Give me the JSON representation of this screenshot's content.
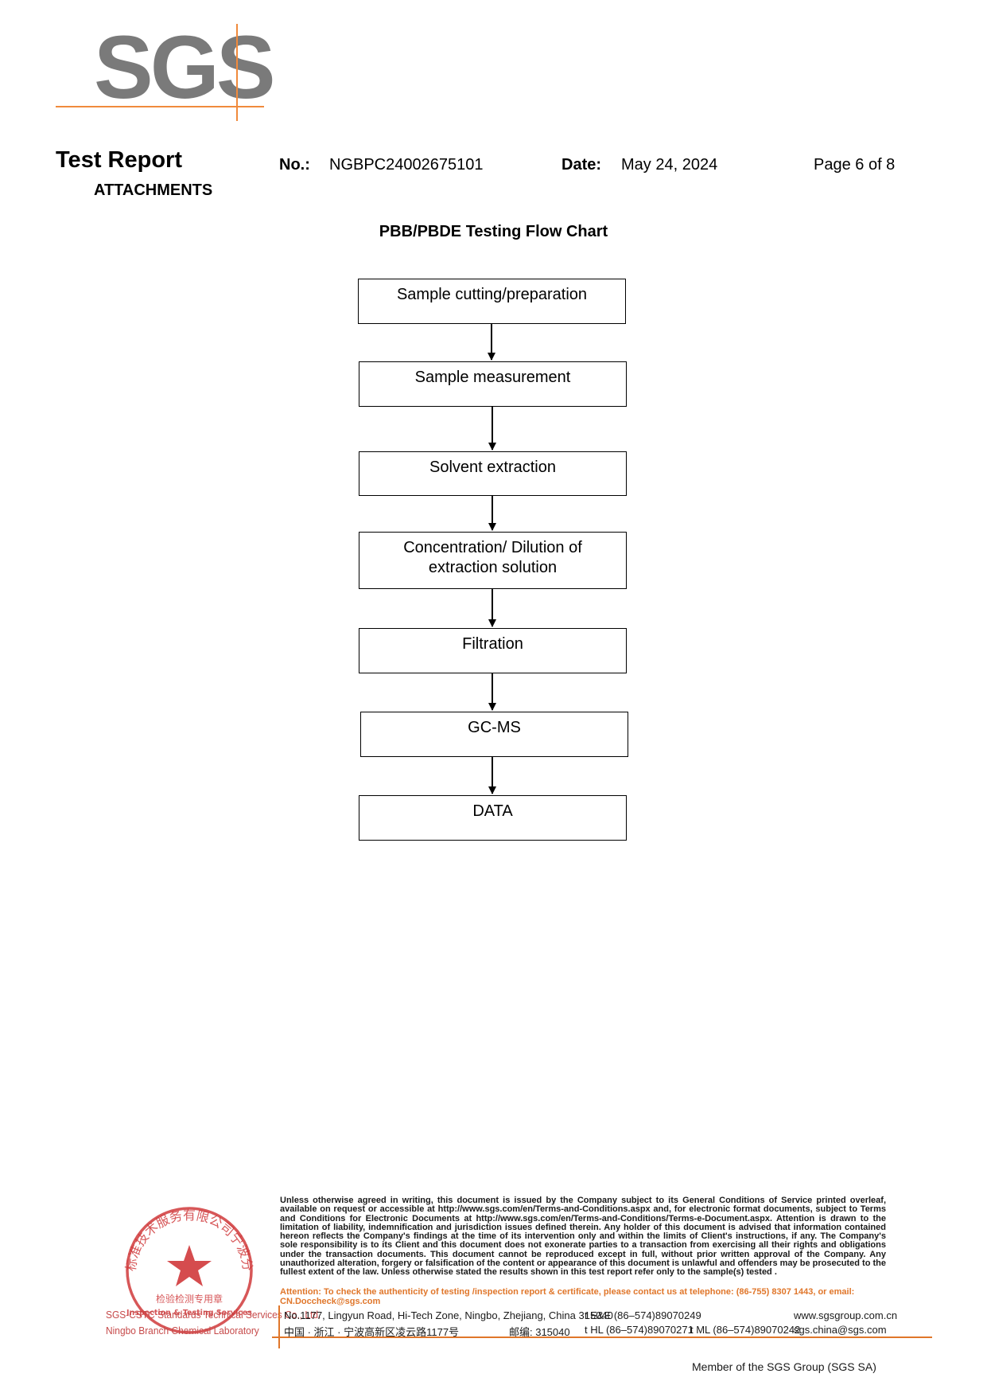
{
  "logo": {
    "text": "SGS"
  },
  "header": {
    "title": "Test Report",
    "subtitle": "ATTACHMENTS",
    "no_label": "No.:",
    "no_value": "NGBPC24002675101",
    "date_label": "Date:",
    "date_value": "May 24, 2024",
    "page": "Page 6 of 8"
  },
  "flow": {
    "title": "PBB/PBDE Testing Flow Chart",
    "steps": [
      {
        "line1": "Sample cutting/preparation",
        "line2": ""
      },
      {
        "line1": "Sample measurement",
        "line2": ""
      },
      {
        "line1": "Solvent extraction",
        "line2": ""
      },
      {
        "line1": "Concentration/ Dilution of",
        "line2": "extraction solution"
      },
      {
        "line1": "Filtration",
        "line2": ""
      },
      {
        "line1": "GC-MS",
        "line2": ""
      },
      {
        "line1": "DATA",
        "line2": ""
      }
    ]
  },
  "footer": {
    "disclaimer": "Unless otherwise agreed in writing, this document is issued by the Company subject to its General Conditions of Service printed overleaf, available on request or accessible at http://www.sgs.com/en/Terms-and-Conditions.aspx and, for electronic format documents, subject to Terms and Conditions for Electronic Documents at http://www.sgs.com/en/Terms-and-Conditions/Terms-e-Document.aspx. Attention is drawn to the limitation of liability, indemnification and jurisdiction issues defined therein. Any holder of this document is advised that information contained hereon reflects the Company's findings at the time of its intervention only and within the limits of Client's instructions, if any. The Company's sole responsibility is to its Client and this document does not exonerate parties to a transaction from exercising all their rights and obligations under the transaction documents. This document cannot be reproduced except in full, without prior written approval of the Company. Any unauthorized alteration, forgery or falsification of the content or appearance of this document is unlawful and offenders may be prosecuted to the fullest extent of the law. Unless otherwise stated the results shown in this test report refer only to the sample(s) tested .",
    "attention": "Attention: To check the authenticity of testing /inspection report & certificate, please contact us at telephone: (86-755) 8307 1443, or email: CN.Doccheck@sgs.com",
    "address_en": "No.1177, Lingyun Road, Hi-Tech Zone, Ningbo, Zhejiang, China 315040",
    "address_cn": "中国 · 浙江 · 宁波高新区凌云路1177号",
    "postcode_cn": "邮编: 315040",
    "tel_ee": "t E&E (86–574)89070249",
    "tel_hl": "t HL  (86–574)89070271",
    "tel_ml": "t ML  (86–574)89070242",
    "web": "www.sgsgroup.com.cn",
    "email": "sgs.china@sgs.com",
    "member": "Member of the SGS Group (SGS SA)",
    "seal_company_1": "SGS-CSTC Standards Technical Services Co., Ltd.",
    "seal_company_2": "Ningbo Branch Chemical Laboratory",
    "seal_ring_text": "通标标准技术服务有限公司宁波分公司",
    "seal_center_cn": "检验检测专用章",
    "seal_center_en": "Inspection & Testing Services",
    "colors": {
      "accent": "#e0762a",
      "seal": "#d0393b",
      "logo_gray": "#7a7a7a"
    }
  }
}
